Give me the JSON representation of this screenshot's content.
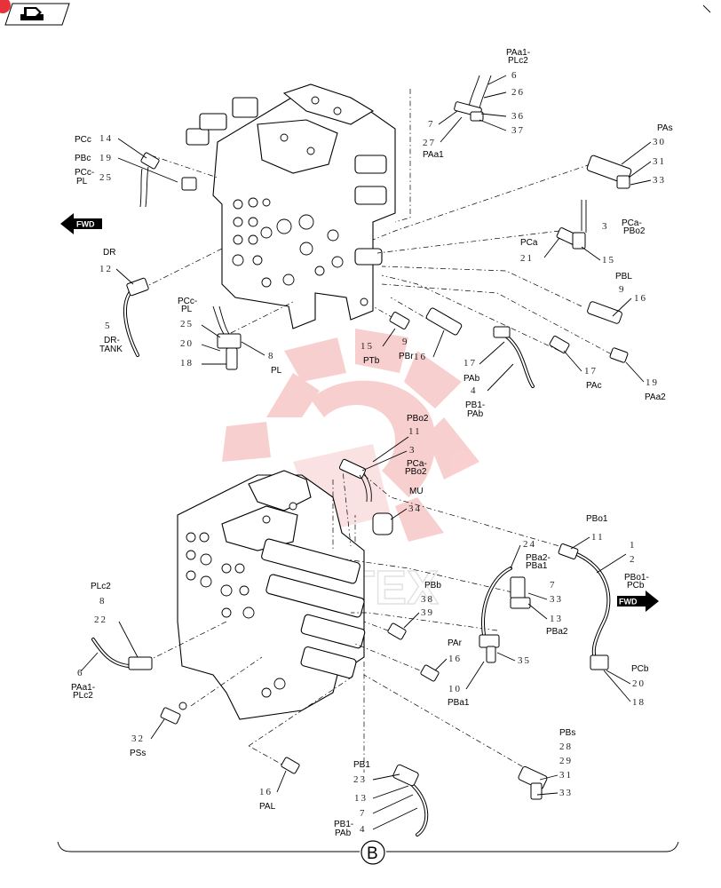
{
  "toolbar": {
    "badge_color": "#e8323a"
  },
  "watermark": {
    "text": "MHTEX",
    "color": "#f4a9a8"
  },
  "section_label": "B",
  "fwd_arrows": [
    "FWD",
    "FWD"
  ],
  "labels": [
    "PAa1-",
    "PLc2",
    "PCc",
    "PBc",
    "PCc-",
    "PL",
    "PAa1",
    "PAs",
    "PCa-",
    "PBo2",
    "PCa",
    "PBL",
    "DR",
    "DR-",
    "TANK",
    "PCc-",
    "PL",
    "PL",
    "PTb",
    "PBr",
    "PAb",
    "PAc",
    "PB1-",
    "PAb",
    "PAa2",
    "PBo2",
    "PCa-",
    "PBo2",
    "MU",
    "PBo1",
    "PBo1-",
    "PCb",
    "PBb",
    "PBa2-",
    "PBa1",
    "PBa2",
    "PLc2",
    "PAr",
    "PBa1",
    "PAa1-",
    "PLc2",
    "PCb",
    "PSs",
    "PBs",
    "PB1",
    "PAL",
    "PB1-",
    "PAb"
  ],
  "numbers": [
    "6",
    "26",
    "36",
    "37",
    "7",
    "27",
    "14",
    "19",
    "25",
    "30",
    "31",
    "33",
    "3",
    "21",
    "15",
    "9",
    "16",
    "12",
    "5",
    "25",
    "20",
    "18",
    "8",
    "15",
    "9",
    "16",
    "17",
    "4",
    "17",
    "19",
    "11",
    "3",
    "34",
    "11",
    "1",
    "2",
    "24",
    "7",
    "33",
    "13",
    "38",
    "39",
    "8",
    "22",
    "6",
    "16",
    "35",
    "10",
    "20",
    "18",
    "32",
    "28",
    "29",
    "31",
    "33",
    "23",
    "13",
    "7",
    "4",
    "16"
  ]
}
